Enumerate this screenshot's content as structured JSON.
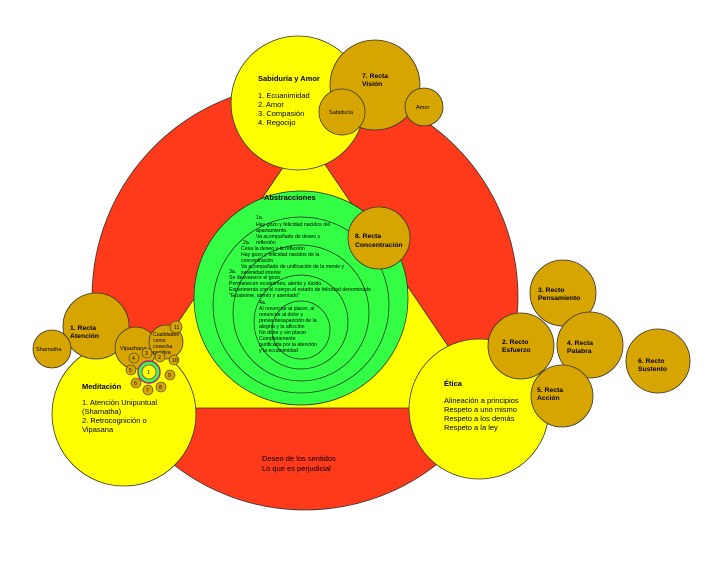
{
  "colors": {
    "outer_ring": "#ff3a1a",
    "triangle": "#ffff00",
    "big_circle": "#ffff00",
    "gold_circle": "#d7a500",
    "green_circle": "#33ff44",
    "outline": "#333333"
  },
  "wisdom": {
    "title": "Sabiduría y Amor",
    "items": [
      "1. Ecuanimidad",
      "2. Amor",
      "3. Compasión",
      "4. Regocijo"
    ]
  },
  "vision": {
    "title": [
      "7. Recta",
      "Visión"
    ],
    "wisdom_label": "Sabiduría",
    "love_label": "Amor"
  },
  "abstractions": {
    "title": "Abstracciones",
    "lines": [
      "1a.",
      "Hay gozo y felicidad nacidos del",
      "apartamiento.",
      "Va acompañado de deseo y",
      "reflexión",
      "2a.",
      "Cesa la deseo y la reflexión",
      "Hay gozo y felicidad nacidos de la",
      "concentración",
      "Va acompañado de unificación de la mente y",
      "serenidad interior",
      "3a.",
      "Se desvanece el gozo",
      "Permanecen ecuánimes, atento y lúcido.",
      "Experimenta con el cuerpo el estado de felicidad denominado",
      "\"Ecuánime, atento y asentado\"",
      "4a.",
      "Al renunciar al placer, al",
      "renunciar al dolor y",
      "previa desaparición de la",
      "alegría y la aflicción",
      "No dolor y sin placer",
      "Completamente",
      "purificada por la atención",
      "y la ecuanimidad"
    ]
  },
  "concentration": {
    "title": [
      "8. Recta",
      "Concentración"
    ]
  },
  "attention": {
    "title": [
      "1. Recta",
      "Atención"
    ],
    "shamatha": "Shamatha",
    "vipashana": "Vipashana",
    "cualidades": [
      "Cualidades",
      "como",
      "cosecha",
      "positiva"
    ],
    "small_labels": [
      "2",
      "3",
      "4",
      "5",
      "6",
      "7",
      "8",
      "9",
      "10",
      "11"
    ],
    "mandala_center": "1"
  },
  "meditation": {
    "title": "Meditación",
    "items": [
      "1. Atención Unipuntual",
      "(Shamatha)",
      "2. Retrocognición o",
      "Vipasana"
    ]
  },
  "ethics": {
    "title": "Ética",
    "items": [
      "Alineación a principios",
      "Respeto a uno mismo",
      "Respeto a los demás",
      "Respeto a la ley"
    ]
  },
  "ring_bottom": [
    "Deseo de los sentidos",
    "Lo que es perjudicial"
  ],
  "pensamiento": [
    "3. Recto",
    "Pensamiento"
  ],
  "esfuerzo": [
    "2. Recto",
    "Esfuerzo"
  ],
  "palabra": [
    "4. Recta",
    "Palabra"
  ],
  "accion": [
    "5. Recta",
    "Acción"
  ],
  "sustento": [
    "6. Recto",
    "Sustento"
  ]
}
